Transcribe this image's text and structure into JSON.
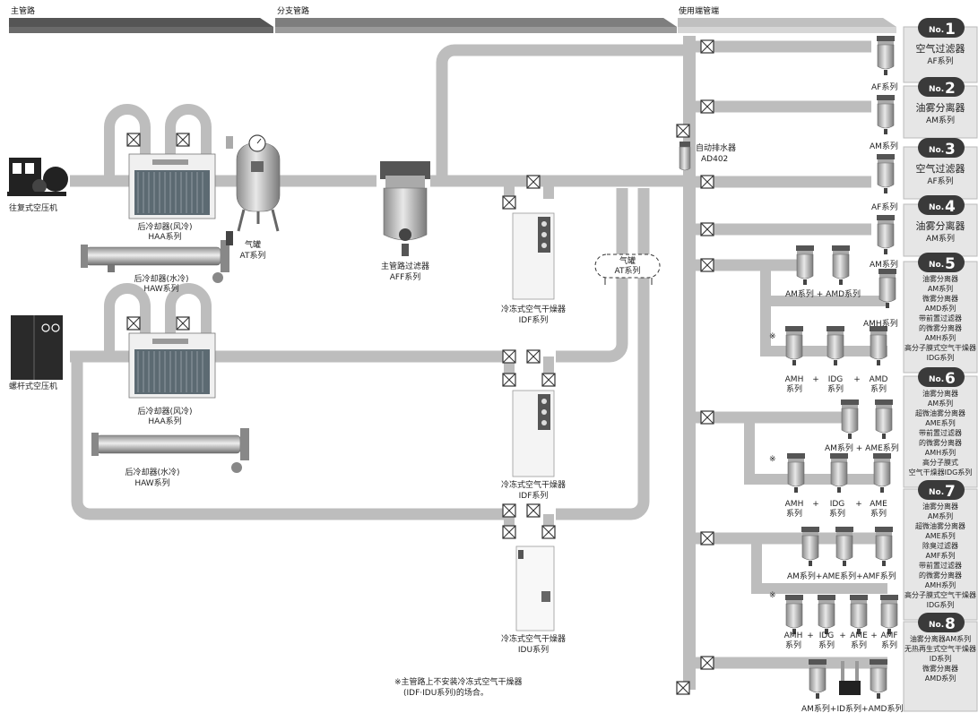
{
  "header": {
    "main": "主管路",
    "branch": "分支管路",
    "terminal": "使用端管端"
  },
  "compressors": {
    "recip": "往复式空压机",
    "screw": "螺杆式空压机"
  },
  "equipment": {
    "haa_name": "后冷却器(风冷)",
    "haa_series": "HAA系列",
    "haw_name": "后冷却器(水冷)",
    "haw_series": "HAW系列",
    "at_name": "气罐",
    "at_series": "AT系列",
    "aff_name": "主管路过滤器",
    "aff_series": "AFF系列",
    "idf_name": "冷冻式空气干燥器",
    "idf_series": "IDF系列",
    "idu_name": "冷冻式空气干燥器",
    "idu_series": "IDU系列",
    "at2_name": "气罐",
    "at2_series": "AT系列",
    "ad_name": "自动排水器",
    "ad_model": "AD402"
  },
  "note": {
    "line1": "※主管路上不安装冷冻式空气干燥器",
    "line2": "(IDF·IDU系列)的场合。",
    "mark": "※"
  },
  "cards": [
    {
      "no_prefix": "No.",
      "num": "1",
      "lines": [
        "空气过滤器",
        "AF系列"
      ]
    },
    {
      "no_prefix": "No.",
      "num": "2",
      "lines": [
        "油雾分离器",
        "AM系列"
      ]
    },
    {
      "no_prefix": "No.",
      "num": "3",
      "lines": [
        "空气过滤器",
        "AF系列"
      ]
    },
    {
      "no_prefix": "No.",
      "num": "4",
      "lines": [
        "油雾分离器",
        "AM系列"
      ]
    },
    {
      "no_prefix": "No.",
      "num": "5",
      "lines": [
        "油雾分离器",
        "AM系列",
        "微雾分离器",
        "AMD系列",
        "带前置过滤器",
        "的微雾分离器",
        "AMH系列",
        "高分子膜式空气干燥器",
        "IDG系列"
      ]
    },
    {
      "no_prefix": "No.",
      "num": "6",
      "lines": [
        "油雾分离器",
        "AM系列",
        "超微油雾分离器",
        "AME系列",
        "带前置过滤器",
        "的微雾分离器",
        "AMH系列",
        "高分子膜式",
        "空气干燥器IDG系列"
      ]
    },
    {
      "no_prefix": "No.",
      "num": "7",
      "lines": [
        "油雾分离器",
        "AM系列",
        "超微油雾分离器",
        "AME系列",
        "除臭过滤器",
        "AMF系列",
        "带前置过滤器",
        "的微雾分离器",
        "AMH系列",
        "高分子膜式空气干燥器",
        "IDG系列"
      ]
    },
    {
      "no_prefix": "No.",
      "num": "8",
      "lines": [
        "油雾分离器AM系列",
        "无热再生式空气干燥器",
        "ID系列",
        "微雾分离器",
        "AMD系列"
      ]
    }
  ],
  "device_labels": {
    "af1": "AF系列",
    "am2": "AM系列",
    "af3": "AF系列",
    "am4": "AM系列",
    "r5a": "AM系列 + AMD系列",
    "r5b": "AMH系列",
    "r5c": [
      "AMH",
      "系列",
      "+",
      "IDG",
      "系列",
      "+",
      "AMD",
      "系列"
    ],
    "r6a": "AM系列 + AME系列",
    "r6b": [
      "AMH",
      "系列",
      "+",
      "IDG",
      "系列",
      "+",
      "AME",
      "系列"
    ],
    "r7a": "AM系列+AME系列+AMF系列",
    "r7b": [
      "AMH",
      "系列",
      "+",
      "IDG",
      "系列",
      "+",
      "AME",
      "系列",
      "+",
      "AMF",
      "系列"
    ],
    "r8": "AM系列+ID系列+AMD系列"
  },
  "colors": {
    "pipe": "#bdbdbd",
    "pipe_edge": "#9a9a9a",
    "header_dark": "#555555",
    "header_mid": "#8a8a8a",
    "header_light": "#c8c8c8",
    "card_bg": "#e6e6e6",
    "badge": "#3a3a3a"
  }
}
